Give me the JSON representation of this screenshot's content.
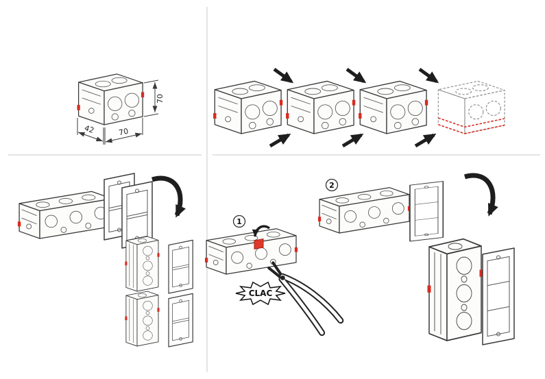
{
  "colors": {
    "line": "#3a3a3a",
    "accent_red": "#d92b1f",
    "divider": "#c9c9c9",
    "arrow_black": "#1e1e1e"
  },
  "dimensions_panel": {
    "height_label": "70",
    "width_label": "70",
    "depth_label": "42"
  },
  "cut_panel": {
    "step_badge": "1",
    "sound_label": "CLAC"
  },
  "mount_panel": {
    "step_badge": "2"
  },
  "icons": {
    "join_arrow": "arrow-diagonal",
    "rotate_arrow": "curved-rotate-arrow",
    "pliers": "cutting-pliers-icon",
    "tab_arrow": "small-curved-arrow"
  }
}
